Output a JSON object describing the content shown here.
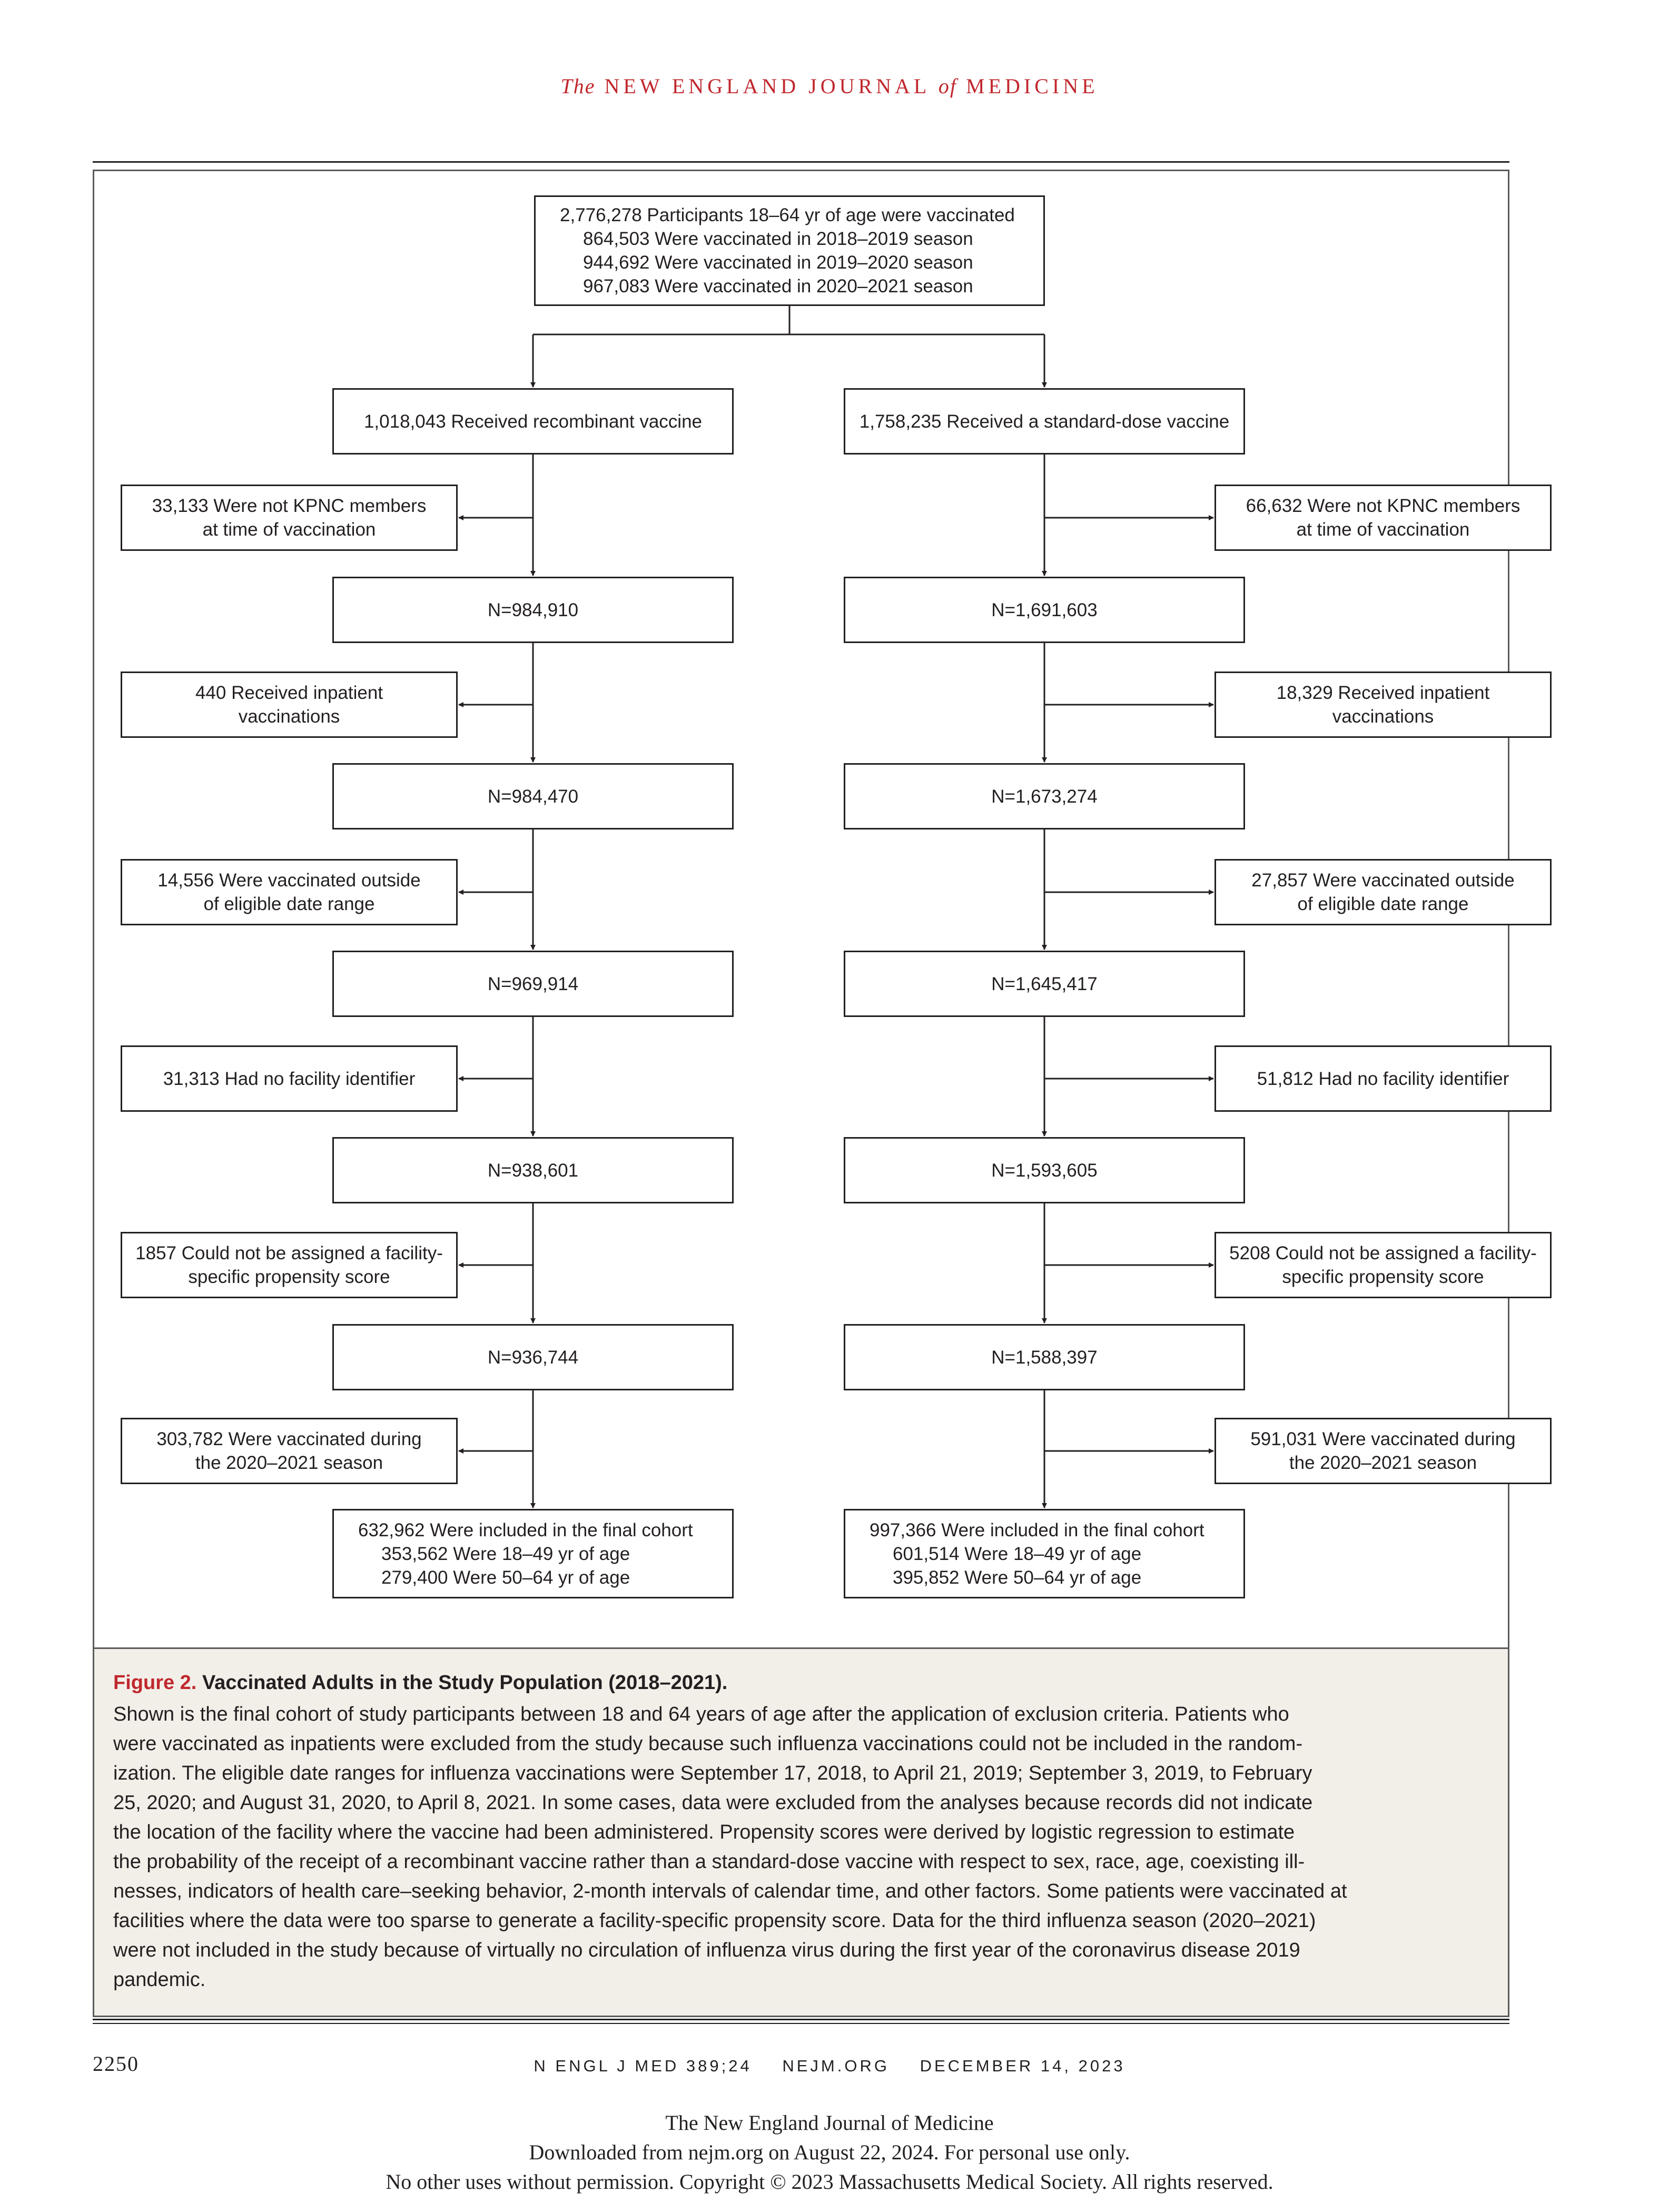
{
  "journal": {
    "the": "The",
    "name1": "NEW ENGLAND JOURNAL",
    "of": "of",
    "name2": "MEDICINE"
  },
  "flowchart": {
    "top": {
      "lines": [
        "2,776,278 Participants 18–64 yr of age were vaccinated",
        "864,503 Were vaccinated in 2018–2019 season",
        "944,692 Were vaccinated in 2019–2020 season",
        "967,083 Were vaccinated in 2020–2021 season"
      ]
    },
    "left": {
      "group": "1,018,043 Received recombinant vaccine",
      "exclusions": [
        [
          "33,133 Were not KPNC members",
          "at time of vaccination"
        ],
        [
          "440 Received inpatient",
          "vaccinations"
        ],
        [
          "14,556 Were vaccinated outside",
          "of eligible date range"
        ],
        [
          "31,313 Had no facility identifier"
        ],
        [
          "1857 Could not be assigned a facility-",
          "specific propensity score"
        ],
        [
          "303,782 Were vaccinated during",
          "the 2020–2021 season"
        ]
      ],
      "counts": [
        "N=984,910",
        "N=984,470",
        "N=969,914",
        "N=938,601",
        "N=936,744"
      ],
      "final": [
        "632,962 Were included in the final cohort",
        "353,562 Were 18–49 yr of age",
        "279,400 Were 50–64 yr of age"
      ]
    },
    "right": {
      "group": "1,758,235 Received a standard-dose vaccine",
      "exclusions": [
        [
          "66,632 Were not KPNC members",
          "at time of vaccination"
        ],
        [
          "18,329 Received inpatient",
          "vaccinations"
        ],
        [
          "27,857 Were vaccinated outside",
          "of eligible date range"
        ],
        [
          "51,812 Had no facility identifier"
        ],
        [
          "5208 Could not be assigned a facility-",
          "specific propensity score"
        ],
        [
          "591,031 Were vaccinated during",
          "the 2020–2021 season"
        ]
      ],
      "counts": [
        "N=1,691,603",
        "N=1,673,274",
        "N=1,645,417",
        "N=1,593,605",
        "N=1,588,397"
      ],
      "final": [
        "997,366 Were included in the final cohort",
        "601,514 Were 18–49 yr of age",
        "395,852 Were 50–64 yr of age"
      ]
    }
  },
  "caption": {
    "figure_number": "Figure 2.",
    "title": "Vaccinated Adults in the Study Population (2018–2021).",
    "lines": [
      "Shown is the final cohort of study participants between 18 and 64 years of age after the application of exclusion criteria. Patients who",
      "were vaccinated as inpatients were excluded from the study because such influenza vaccinations could not be included in the random-",
      "ization. The eligible date ranges for influenza vaccinations were September 17, 2018, to April 21, 2019; September 3, 2019, to February",
      "25, 2020; and August 31, 2020, to April 8, 2021. In some cases, data were excluded from the analyses because records did not indicate",
      "the location of the facility where the vaccine had been administered. Propensity scores were derived by logistic regression to estimate",
      "the probability of the receipt of a recombinant vaccine rather than a standard-dose vaccine with respect to sex, race, age, coexisting ill-",
      "nesses, indicators of health care–seeking behavior, 2-month intervals of calendar time, and other factors. Some patients were vaccinated at",
      "facilities where the data were too sparse to generate a facility-specific propensity score. Data for the third influenza season (2020–2021)",
      "were not included in the study because of virtually no circulation of influenza virus during the first year of the coronavirus disease 2019",
      "pandemic."
    ]
  },
  "footer": {
    "page_number": "2250",
    "citation": "N ENGL J MED 389;24",
    "site": "NEJM.ORG",
    "date": "DECEMBER 14, 2023"
  },
  "download_note": [
    "The New England Journal of Medicine",
    "Downloaded from nejm.org on August 22, 2024. For personal use only.",
    "No other uses without permission. Copyright © 2023 Massachusetts Medical Society. All rights reserved."
  ]
}
